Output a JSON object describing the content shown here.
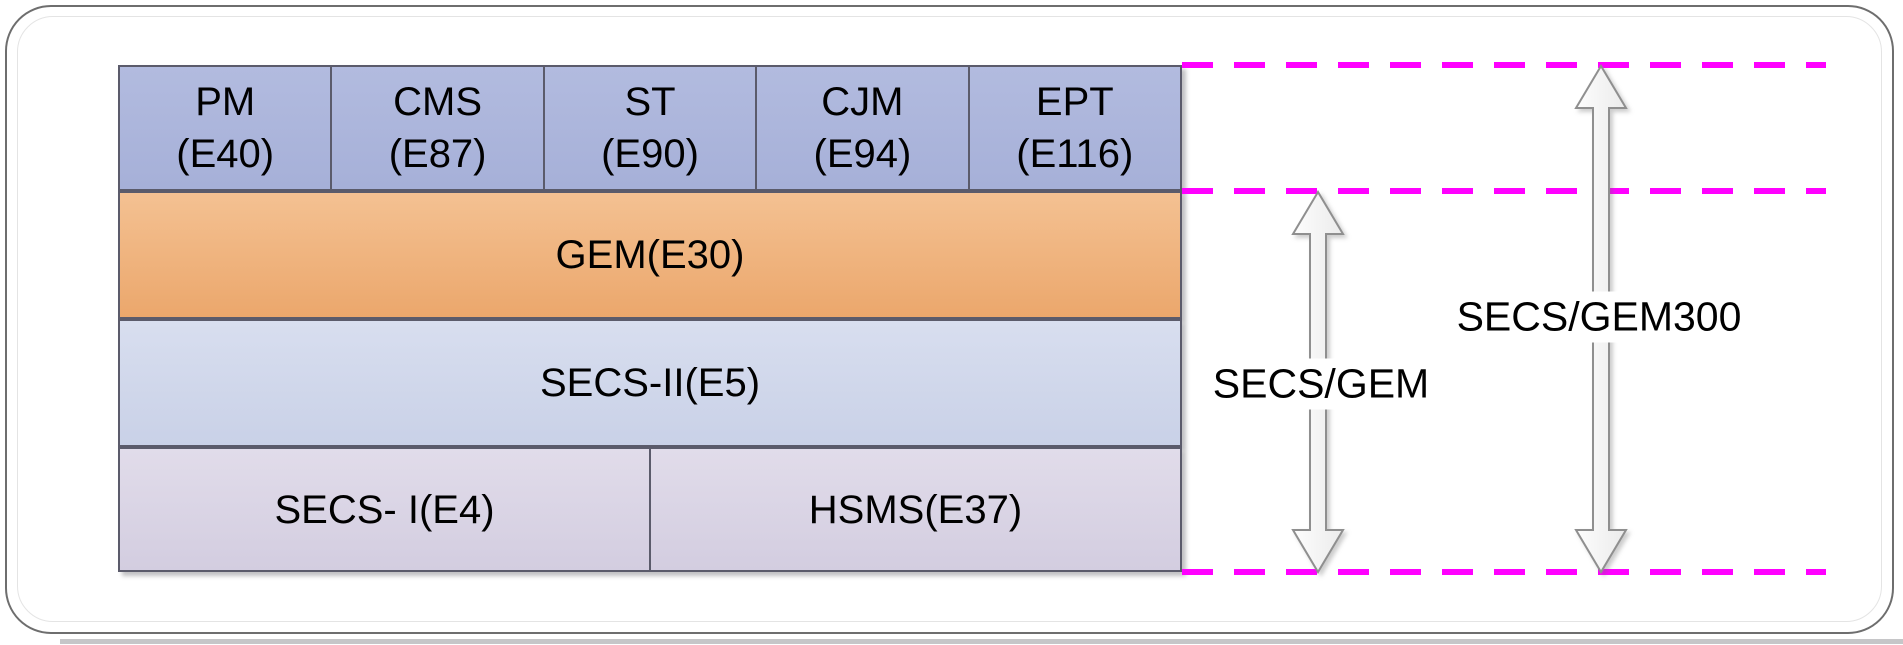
{
  "diagram": {
    "title_hint": "SECS/GEM protocol stack",
    "top_row": [
      {
        "label": "PM",
        "sub": "(E40)"
      },
      {
        "label": "CMS",
        "sub": "(E87)"
      },
      {
        "label": "ST",
        "sub": "(E90)"
      },
      {
        "label": "CJM",
        "sub": "(E94)"
      },
      {
        "label": "EPT",
        "sub": "(E116)"
      }
    ],
    "gem_label": "GEM(E30)",
    "secs2_label": "SECS-II(E5)",
    "bottom_row": {
      "left_label": "SECS- I(E4)",
      "right_label": "HSMS(E37)"
    },
    "annotations": {
      "secs_gem": "SECS/GEM",
      "secs_gem300": "SECS/GEM300"
    },
    "colors": {
      "top_box_top": "#b2bbdf",
      "top_box_bottom": "#a6b0d8",
      "gem_top": "#f4c192",
      "gem_bottom": "#eba76c",
      "secs2_top": "#d8deef",
      "secs2_bottom": "#c9d1e7",
      "bottom_row_top": "#e1dcea",
      "bottom_row_bottom": "#d3cde0",
      "box_border": "#5b5b6b",
      "dashed_line": "#ff00ff",
      "arrow_fill": "#f6f6f6",
      "arrow_stroke": "#8f8f8f",
      "frame_border": "#6e6e6e",
      "text": "#000000"
    }
  }
}
